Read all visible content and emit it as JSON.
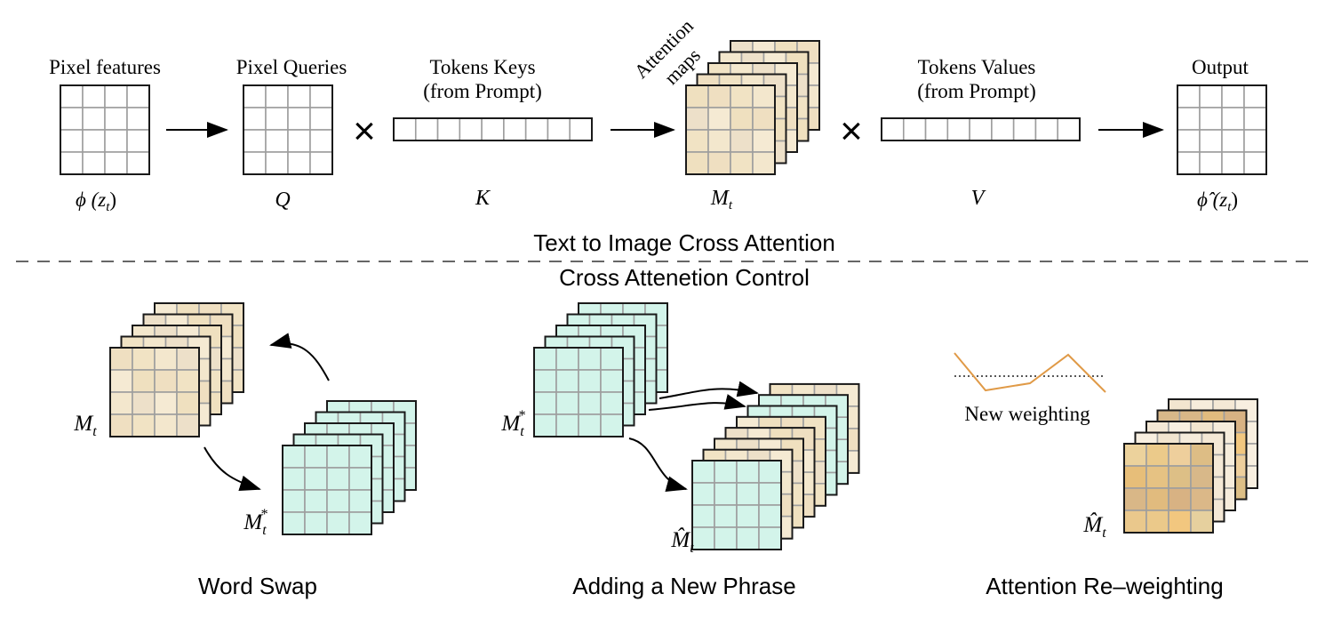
{
  "top_section": {
    "title": "Text to Image Cross Attention",
    "blocks": [
      {
        "id": "pixel-features",
        "label": "Pixel features",
        "symbol": "ϕ (z",
        "symbol_sub": "t",
        "symbol_tail": ")"
      },
      {
        "id": "pixel-queries",
        "label": "Pixel Queries",
        "symbol": "Q"
      },
      {
        "id": "token-keys",
        "label_line1": "Tokens Keys",
        "label_line2": "(from Prompt)",
        "symbol": "K",
        "cells": 9
      },
      {
        "id": "attention-maps",
        "label_line1": "Attention",
        "label_line2": "maps",
        "symbol": "M",
        "symbol_sub": "t"
      },
      {
        "id": "token-values",
        "label_line1": "Tokens Values",
        "label_line2": "(from Prompt)",
        "symbol": "V",
        "cells": 9
      },
      {
        "id": "output",
        "label": "Output",
        "symbol": "ϕ̂ (z",
        "symbol_sub": "t",
        "symbol_tail": ")"
      }
    ],
    "operators": [
      "×",
      "×"
    ]
  },
  "bottom_section": {
    "title": "Cross Attenetion Control",
    "panels": [
      {
        "id": "word-swap",
        "caption": "Word Swap",
        "label_a": "M",
        "label_a_sub": "t",
        "label_b": "M",
        "label_b_sub": "t",
        "label_b_sup": "*"
      },
      {
        "id": "adding-phrase",
        "caption": "Adding a New Phrase",
        "label_a": "M",
        "label_a_sub": "t",
        "label_a_sup": "*",
        "label_b": "M̂",
        "label_b_sub": "t"
      },
      {
        "id": "re-weighting",
        "caption": "Attention Re–weighting",
        "weight_label": "New weighting",
        "label_b": "M̂",
        "label_b_sub": "t"
      }
    ]
  },
  "colors": {
    "warm_palette": [
      "#efdfc1",
      "#f1e3c4",
      "#f3e7cd",
      "#ede0c9",
      "#f5ead3",
      "#efe0bf"
    ],
    "cool_palette": [
      "#e2f2ee",
      "#e8fdf9",
      "#d7f1eb",
      "#d3f4ea",
      "#ecf6f2",
      "#e4fbf7",
      "#d9efe8"
    ],
    "strong_palette": [
      "#e7be79",
      "#e6c283",
      "#ddbf86",
      "#d8b889",
      "#d9b787",
      "#e1bb7e",
      "#d8b283",
      "#dbb888",
      "#eac88c",
      "#ebc98a",
      "#f2c77f",
      "#e6d09e",
      "#ecd29c",
      "#ebca8a",
      "#eecf9c",
      "#ddbd85"
    ],
    "light_palette": [
      "#f8efe0",
      "#f4e8d5",
      "#f6ecdb",
      "#f2e5cf"
    ],
    "weight_line": "#e09a47",
    "grid_line": "#9e9e9e",
    "border": "#1a1a1a"
  }
}
